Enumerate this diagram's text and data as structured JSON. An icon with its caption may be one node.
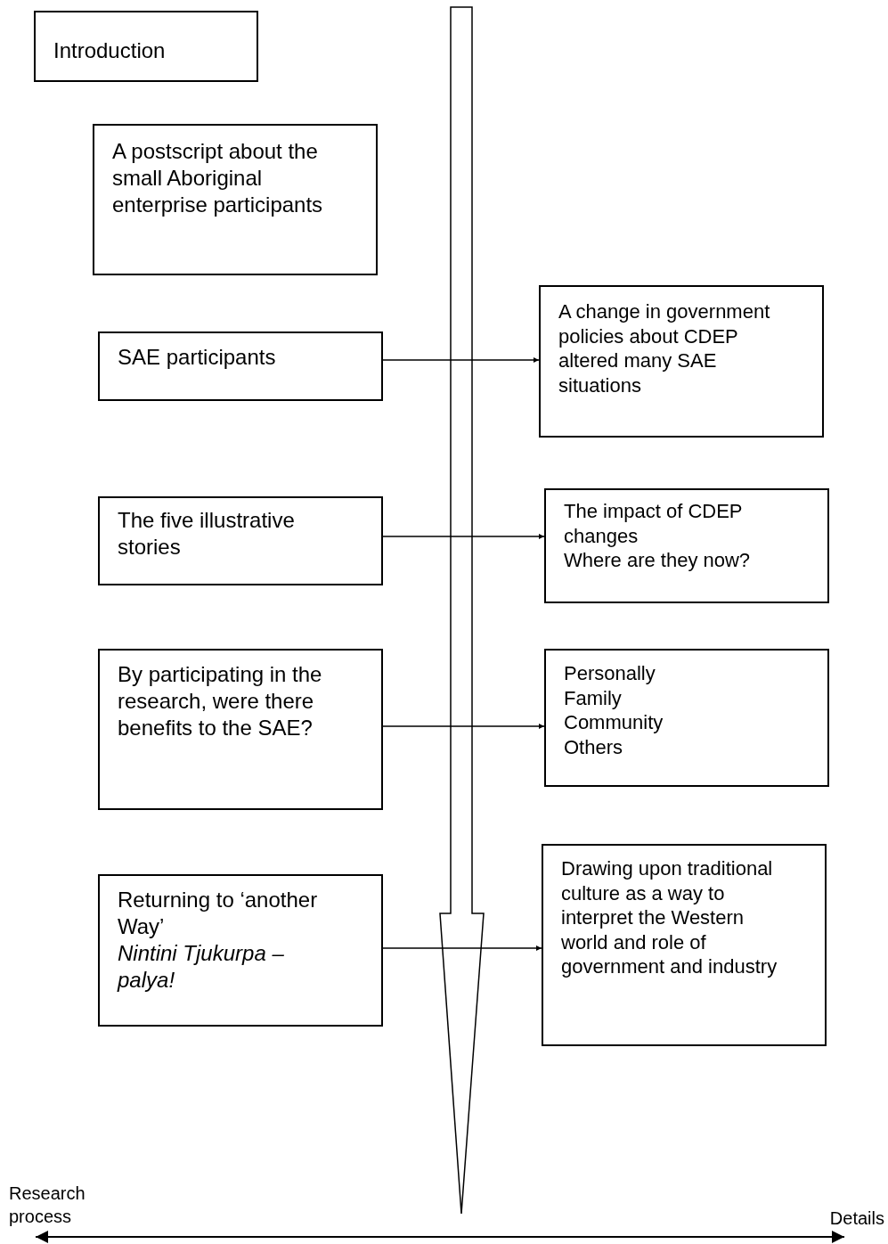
{
  "diagram": {
    "nodes": [
      {
        "text": [
          "Introduction"
        ]
      },
      {
        "text": [
          "A postscript about the small Aboriginal enterprise participants"
        ]
      },
      {
        "text": [
          "SAE participants"
        ]
      },
      {
        "text": [
          "A change in government policies about CDEP altered many SAE situations"
        ]
      },
      {
        "text": [
          "The five illustrative stories"
        ]
      },
      {
        "text": [
          "The impact of CDEP changes",
          "Where are they now?"
        ]
      },
      {
        "text": [
          "By participating in the research, were there benefits to the SAE?"
        ]
      },
      {
        "text": [
          "Personally",
          "Family",
          "Community",
          "Others"
        ]
      },
      {
        "text": [
          "Returning to ‘another Way’",
          "*Nintini Tjukurpa – palya!*"
        ]
      },
      {
        "text": [
          "Drawing upon traditional culture as a way to interpret the Western world and role of government and industry"
        ]
      }
    ],
    "edges": [
      {
        "from": 2,
        "to": 3,
        "arrow": "to"
      },
      {
        "from": 4,
        "to": 5,
        "arrow": "to"
      },
      {
        "from": 6,
        "to": 7,
        "arrow": "to"
      },
      {
        "from": 8,
        "to": 9,
        "arrow": "to"
      }
    ],
    "labels": [
      "Research process",
      "Details"
    ]
  }
}
